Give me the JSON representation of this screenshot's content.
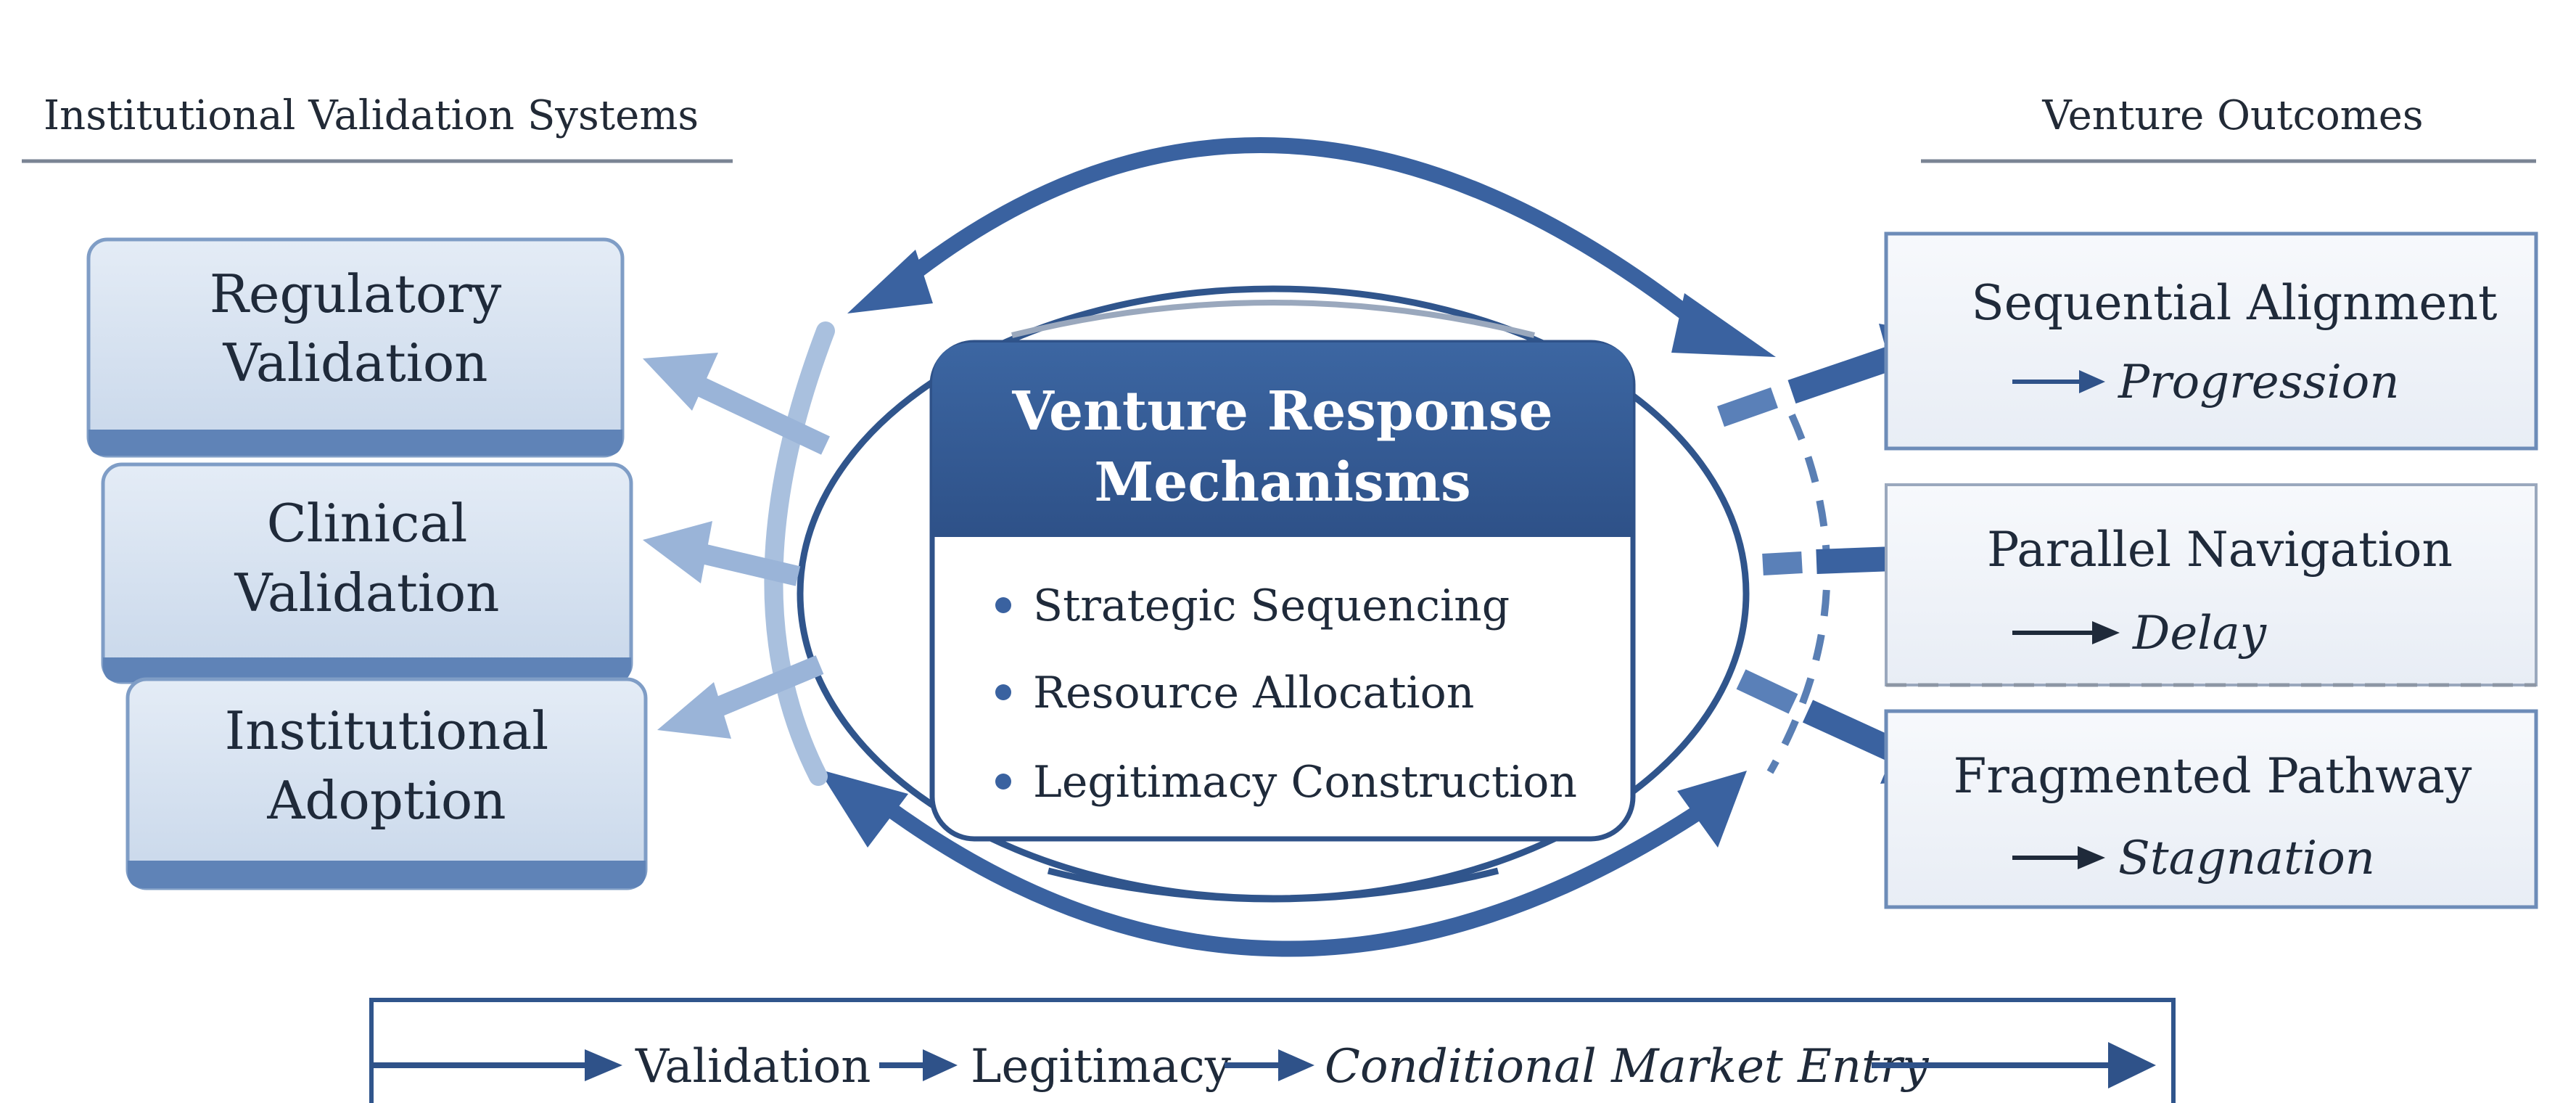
{
  "left_section": {
    "title": "Institutional Validation Systems",
    "boxes": [
      {
        "line1": "Regulatory",
        "line2": "Validation"
      },
      {
        "line1": "Clinical",
        "line2": "Validation"
      },
      {
        "line1": "Institutional",
        "line2": "Adoption"
      }
    ]
  },
  "right_section": {
    "title": "Venture Outcomes",
    "outcomes": [
      {
        "name": "Sequential Alignment",
        "result": "Progression"
      },
      {
        "name": "Parallel Navigation",
        "result": "Delay"
      },
      {
        "name": "Fragmented Pathway",
        "result": "Stagnation"
      }
    ]
  },
  "center": {
    "title_line1": "Venture Response",
    "title_line2": "Mechanisms",
    "bullets": [
      "Strategic Sequencing",
      "Resource Allocation",
      "Legitimacy Construction"
    ]
  },
  "bottom_flow": {
    "steps": [
      "Validation",
      "Legitimacy",
      "Conditional Market Entry"
    ]
  },
  "colors": {
    "dark_blue": "#30558c",
    "mid_blue": "#4a72aa",
    "light_blue": "#a9c0de",
    "box_fill": "#d6e1f0",
    "outcome_fill": "#f0f3f8"
  }
}
